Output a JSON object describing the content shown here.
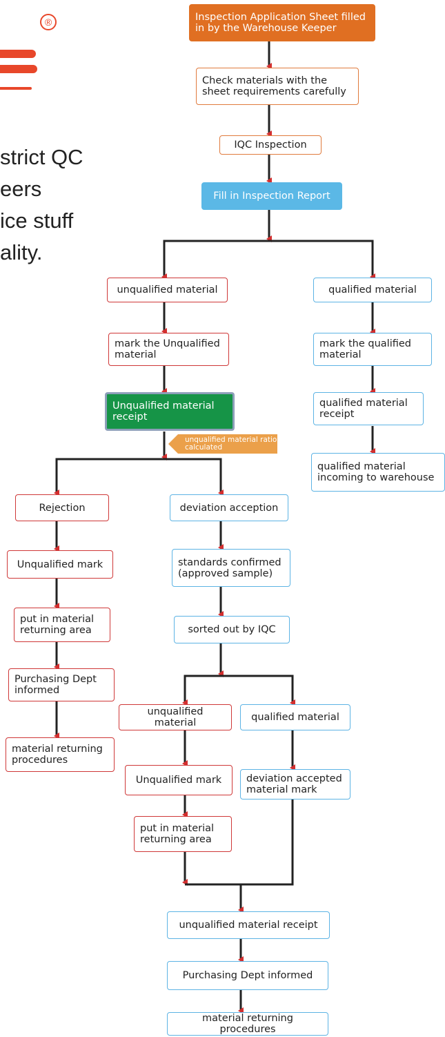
{
  "header": {
    "intro_lines": [
      "strict QC",
      "eers",
      "ice stuff",
      "ality."
    ]
  },
  "nodes": {
    "start": "Inspection Application Sheet filled in by the Warehouse Keeper",
    "check": "Check materials with the sheet requirements carefully",
    "iqc": "IQC Inspection",
    "report": "Fill in Inspection Report",
    "unqualified": "unqualified material",
    "qualified": "qualified material",
    "mark_unqualified": "mark the Unqualified material",
    "mark_qualified": "mark the qualified material",
    "unq_receipt": "Unqualified material receipt",
    "q_receipt": "qualified material receipt",
    "q_incoming": "qualified material incoming to warehouse",
    "ratio_tag": "unqualified material ratio calculated",
    "rejection": "Rejection",
    "deviation": "deviation acception",
    "rej_mark": "Unqualified mark",
    "standards": "standards confirmed (approved sample)",
    "rej_area": "put in material returning area",
    "sorted": "sorted out by IQC",
    "rej_purchasing": "Purchasing Dept informed",
    "rej_procedures": "material returning procedures",
    "sub_unqualified": "unqualified material",
    "sub_qualified": "qualified material",
    "sub_mark": "Unqualified mark",
    "deviation_mark": "deviation accepted material mark",
    "sub_area": "put in material returning area",
    "final_receipt": "unqualified material receipt",
    "final_purchasing": "Purchasing Dept informed",
    "final_procedures": "material returning procedures"
  },
  "colors": {
    "red_border": "#cf3737",
    "blue_border": "#5cb3e4",
    "orange_border": "#e07a3c",
    "start_fill": "#e06f22",
    "report_fill": "#5bb8e6",
    "receipt_fill": "#169447",
    "tag_fill": "#eba04a",
    "arrow": "#d32f2f",
    "logo": "#e8472a"
  }
}
